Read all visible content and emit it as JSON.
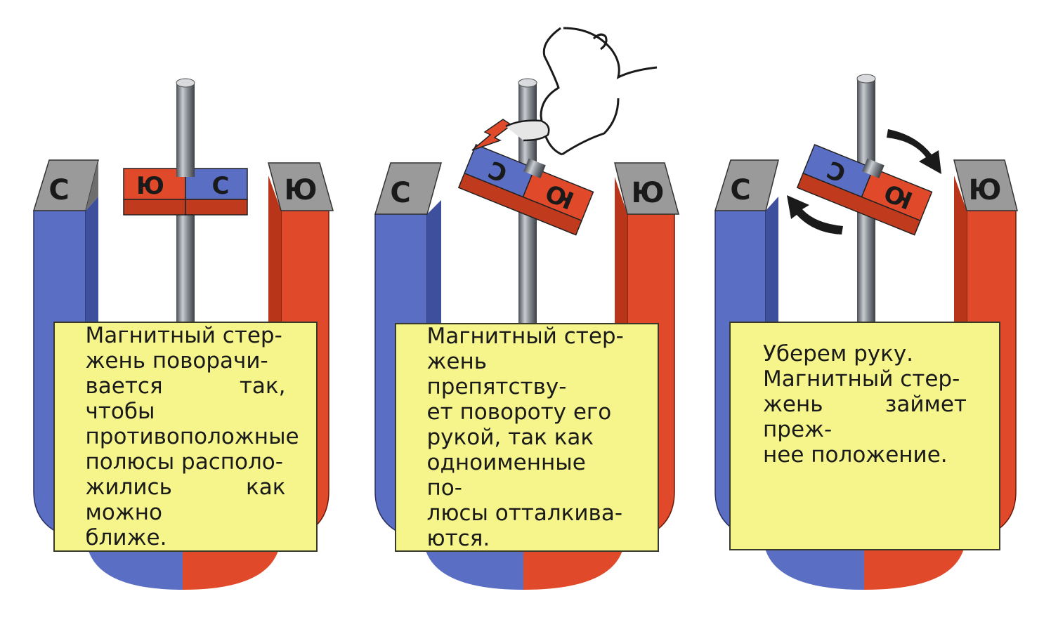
{
  "colors": {
    "north_blue": "#5a6fc4",
    "south_red": "#e04a2a",
    "pole_cap_gray": "#9a9a9a",
    "rod_gray": "#7d8289",
    "caption_yellow": "#f5f58c",
    "arrow_red": "#e04a2a",
    "arrow_black": "#1a1a1a"
  },
  "panels": [
    {
      "left_pole_label": "С",
      "right_pole_label": "Ю",
      "bar_left_label": "Ю",
      "bar_right_label": "С",
      "caption": "Магнитный стер-\nжень поворачи-\nвается так, чтобы\nпротивоположные\nполюсы располо-\nжились как можно\nближе."
    },
    {
      "left_pole_label": "С",
      "right_pole_label": "Ю",
      "bar_left_label": "С",
      "bar_right_label": "Ю",
      "caption": "Магнитный стер-\nжень препятству-\nет повороту его\nрукой, так как\nодноименные по-\nлюсы отталкива-\nются."
    },
    {
      "left_pole_label": "С",
      "right_pole_label": "Ю",
      "bar_left_label": "С",
      "bar_right_label": "Ю",
      "caption": "Уберем руку.\nМагнитный стер-\nжень займет преж-\nнее положение."
    }
  ]
}
